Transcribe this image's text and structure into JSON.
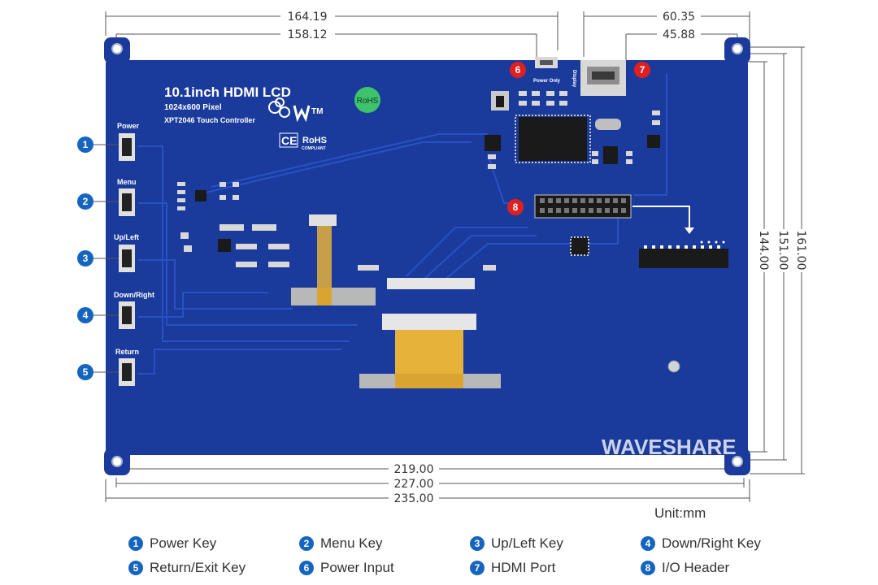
{
  "board": {
    "title": "10.1inch HDMI LCD",
    "resolution": "1024x600 Pixel",
    "controller": "XPT2046 Touch Controller",
    "rohs_badge": "RoHS",
    "ce_mark": "CE",
    "rohs_mark": "RoHS",
    "rohs_compliant": "COMPLIANT",
    "tm_mark": "TM",
    "power_only": "Power Only",
    "display_label": "Display",
    "watermark": "WAVESHARE"
  },
  "keys": [
    {
      "num": "1",
      "label": "Power"
    },
    {
      "num": "2",
      "label": "Menu"
    },
    {
      "num": "3",
      "label": "Up/Left"
    },
    {
      "num": "4",
      "label": "Down/Right"
    },
    {
      "num": "5",
      "label": "Return"
    }
  ],
  "callouts": {
    "power_input": "6",
    "hdmi_port": "7",
    "io_header": "8"
  },
  "dimensions": {
    "top_total": "164.19",
    "top_inner": "158.12",
    "hdmi_right": "60.35",
    "hdmi_center": "45.88",
    "bottom_holes": "219.00",
    "bottom_mid": "227.00",
    "bottom_total": "235.00",
    "right_holes": "144.00",
    "right_mid": "151.00",
    "right_total": "161.00"
  },
  "unit": "Unit:mm",
  "legend": [
    {
      "num": "1",
      "label": "Power Key"
    },
    {
      "num": "2",
      "label": "Menu Key"
    },
    {
      "num": "3",
      "label": "Up/Left Key"
    },
    {
      "num": "4",
      "label": "Down/Right Key"
    },
    {
      "num": "5",
      "label": "Return/Exit Key"
    },
    {
      "num": "6",
      "label": "Power Input"
    },
    {
      "num": "7",
      "label": "HDMI Port"
    },
    {
      "num": "8",
      "label": "I/O Header"
    }
  ],
  "colors": {
    "board": "#1a3a9c",
    "callout_blue": "#1565c0",
    "callout_red": "#e02020"
  }
}
